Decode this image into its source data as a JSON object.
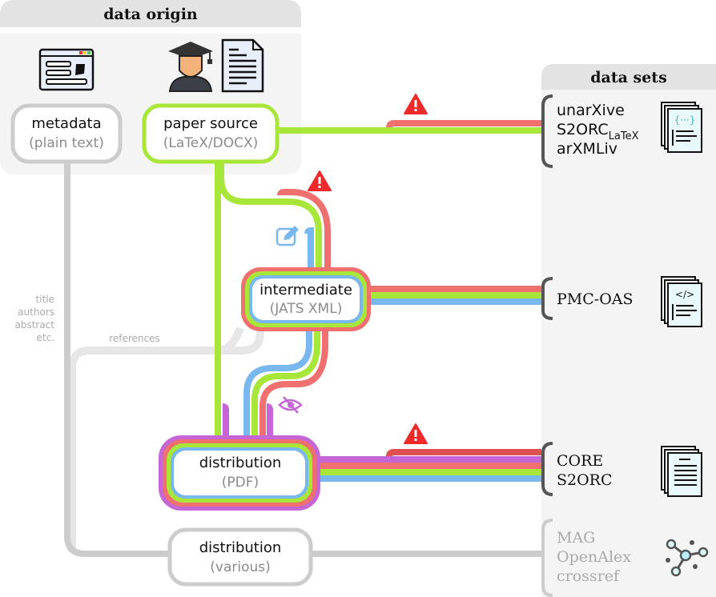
{
  "colors": {
    "green": "#a8e63a",
    "red": "#f07070",
    "blue": "#78b8ee",
    "purple": "#c666d6",
    "dark_red": "#e05050",
    "grey": "#cccccc",
    "light_grey": "#e6e6e6",
    "panel": "#f4f4f4",
    "panel_header": "#e3e3e3",
    "warning": "#ee2a2a",
    "text_dark": "#111111",
    "text_muted": "#8a8a8a",
    "text_faded": "#aaaaaa"
  },
  "origin_panel": {
    "title": "data origin",
    "metadata": {
      "title": "metadata",
      "subtitle": "(plain text)",
      "icon": "web-form-icon"
    },
    "paper_source": {
      "title": "paper source",
      "subtitle": "(LaTeX/DOCX)",
      "icons": [
        "graduate-icon",
        "document-icon"
      ]
    }
  },
  "nodes": {
    "intermediate": {
      "title": "intermediate",
      "subtitle": "(JATS XML)"
    },
    "distribution_pdf": {
      "title": "distribution",
      "subtitle": "(PDF)"
    },
    "distribution_various": {
      "title": "distribution",
      "subtitle": "(various)"
    }
  },
  "annotations": {
    "metadata_fields": [
      "title",
      "authors",
      "abstract",
      "etc."
    ],
    "references": "references",
    "edit_icon": "edit-icon",
    "hidden_icon": "eye-slash-icon",
    "warning_icon": "warning-icon"
  },
  "datasets_panel": {
    "title": "data sets",
    "groups": [
      {
        "items": [
          "unarXive",
          "S2ORC",
          "arXMLiv"
        ],
        "subscript": "LaTeX",
        "subscript_on": 1,
        "icon": "code-documents-icon"
      },
      {
        "items": [
          "PMC-OAS"
        ],
        "icon": "xml-documents-icon"
      },
      {
        "items": [
          "CORE",
          "S2ORC"
        ],
        "icon": "text-documents-icon"
      },
      {
        "items": [
          "MAG",
          "OpenAlex",
          "crossref"
        ],
        "icon": "graph-network-icon"
      }
    ]
  }
}
